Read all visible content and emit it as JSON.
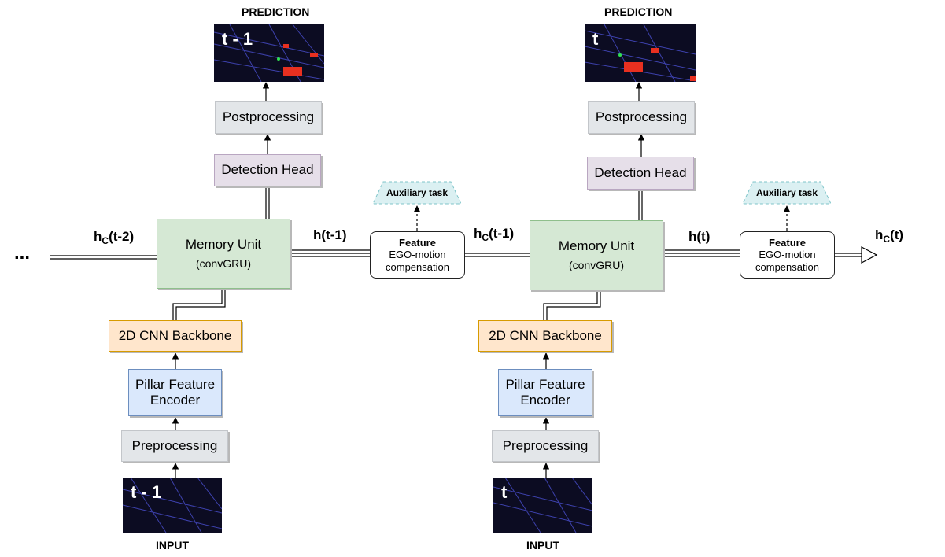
{
  "left": {
    "prediction_label": "PREDICTION",
    "pred_frame": "t - 1",
    "postprocessing": "Postprocessing",
    "detection_head": "Detection Head",
    "memory_title": "Memory Unit",
    "memory_sub": "(convGRU)",
    "backbone": "2D CNN Backbone",
    "pfe_line1": "Pillar Feature",
    "pfe_line2": "Encoder",
    "preprocessing": "Preprocessing",
    "input_frame": "t - 1",
    "input_label": "INPUT"
  },
  "right": {
    "prediction_label": "PREDICTION",
    "pred_frame": "t",
    "postprocessing": "Postprocessing",
    "detection_head": "Detection Head",
    "memory_title": "Memory Unit",
    "memory_sub": "(convGRU)",
    "backbone": "2D CNN Backbone",
    "pfe_line1": "Pillar Feature",
    "pfe_line2": "Encoder",
    "preprocessing": "Preprocessing",
    "input_frame": "t",
    "input_label": "INPUT"
  },
  "feature1": {
    "title": "Feature",
    "line1": "EGO-motion",
    "line2": "compensation"
  },
  "feature2": {
    "title": "Feature",
    "line1": "EGO-motion",
    "line2": "compensation"
  },
  "aux1": "Auxiliary task",
  "aux2": "Auxiliary task",
  "state_labels": {
    "hc_t2_main": "h",
    "hc_t2_sub": "C",
    "hc_t2_arg": "(t-2)",
    "h_t1": "h(t-1)",
    "hc_t1_main": "h",
    "hc_t1_sub": "C",
    "hc_t1_arg": "(t-1)",
    "h_t": "h(t)",
    "hc_t_main": "h",
    "hc_t_sub": "C",
    "hc_t_arg": "(t)"
  },
  "ellipsis": "...",
  "colors": {
    "gray": "#e3e6e9",
    "purple": "#e6dfe9",
    "green": "#d5e8d4",
    "orange": "#ffe6cc",
    "blue": "#dae8fc",
    "aux": "#dbf0f2"
  }
}
